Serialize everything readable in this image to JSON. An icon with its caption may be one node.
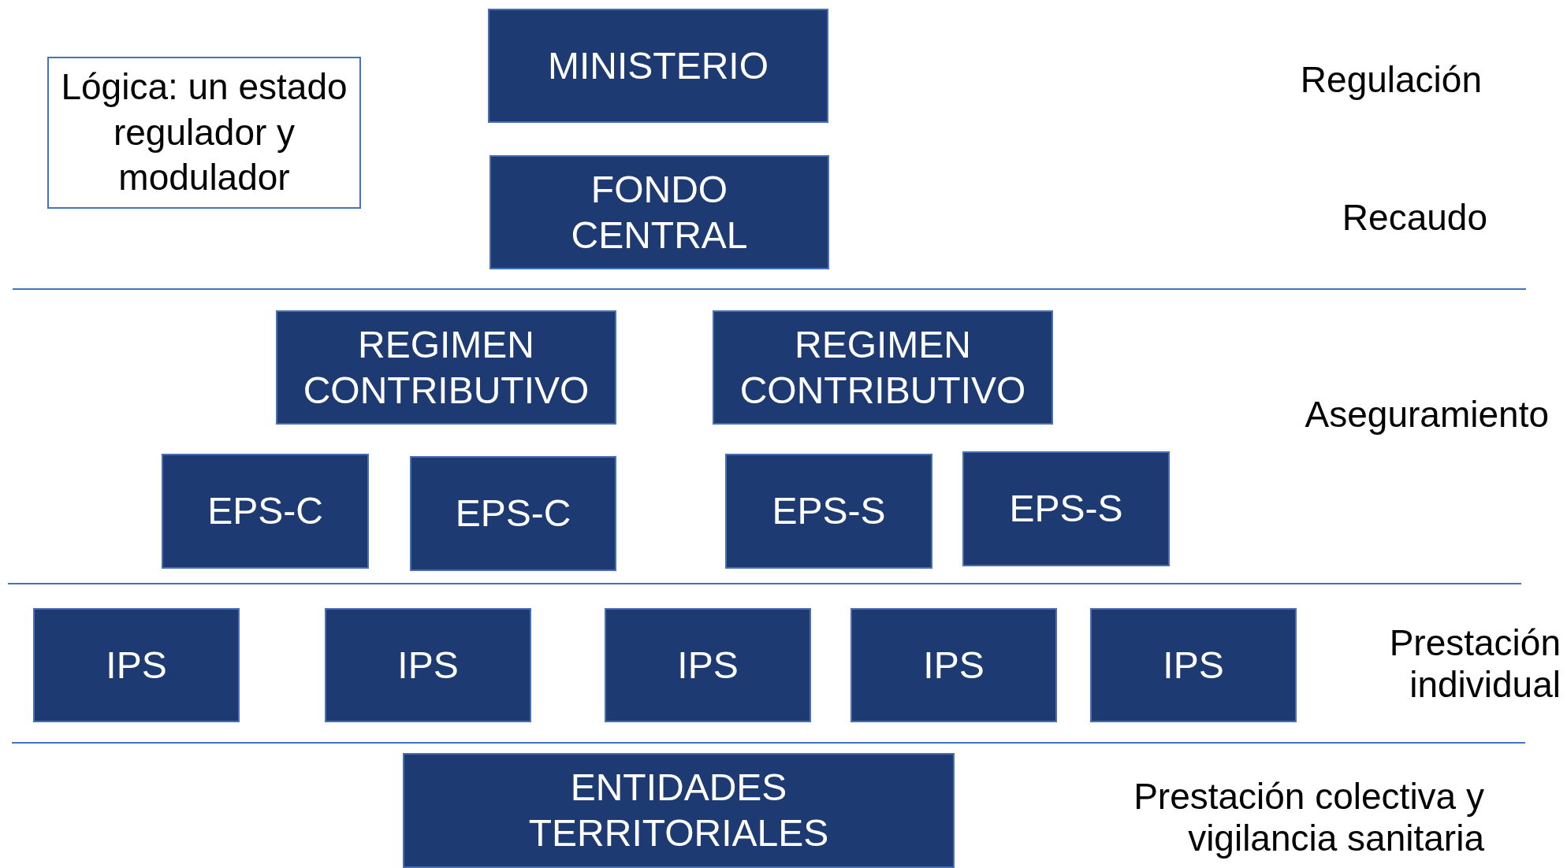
{
  "diagram": {
    "nodes": [
      {
        "text": [
          "Lógica: un estado regulador y modulador"
        ]
      },
      {
        "text": [
          "MINISTERIO"
        ]
      },
      {
        "text": [
          "FONDO CENTRAL"
        ]
      },
      {
        "text": [
          "REGIMEN CONTRIBUTIVO"
        ]
      },
      {
        "text": [
          "REGIMEN CONTRIBUTIVO"
        ]
      },
      {
        "text": [
          "EPS-C"
        ]
      },
      {
        "text": [
          "EPS-C"
        ]
      },
      {
        "text": [
          "EPS-S"
        ]
      },
      {
        "text": [
          "EPS-S"
        ]
      },
      {
        "text": [
          "IPS"
        ]
      },
      {
        "text": [
          "IPS"
        ]
      },
      {
        "text": [
          "IPS"
        ]
      },
      {
        "text": [
          "IPS"
        ]
      },
      {
        "text": [
          "IPS"
        ]
      },
      {
        "text": [
          "ENTIDADES TERRITORIALES"
        ]
      }
    ],
    "edges": [],
    "labels": [
      "Regulación",
      "Recaudo",
      "Aseguramiento",
      "Prestación individual",
      "Prestación colectiva y vigilancia sanitaria"
    ]
  }
}
